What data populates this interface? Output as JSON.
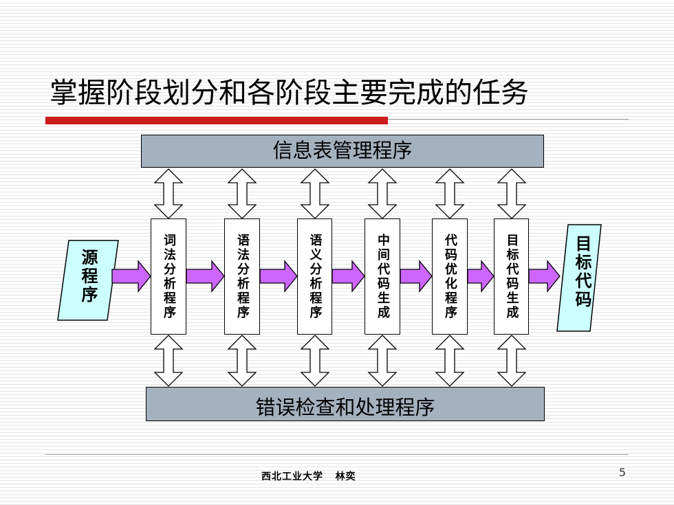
{
  "slide": {
    "title": "掌握阶段划分和各阶段主要完成的任务",
    "footer": "西北工业大学   林奕",
    "page_number": "5"
  },
  "diagram": {
    "top_bar": "信息表管理程序",
    "bottom_bar": "错误检查和处理程序",
    "source": "源程序",
    "target": "目标代码",
    "stages": [
      "词法分析程序",
      "语法分析程序",
      "语义分析程序",
      "中间代码生成",
      "代码优化程序",
      "目标代码生成"
    ],
    "colors": {
      "bar_fill": "#a4b1bf",
      "end_box_fill": "#ccffff",
      "flow_arrow_fill": "#cc66ff",
      "title_rule": "#cc1b1b"
    }
  }
}
